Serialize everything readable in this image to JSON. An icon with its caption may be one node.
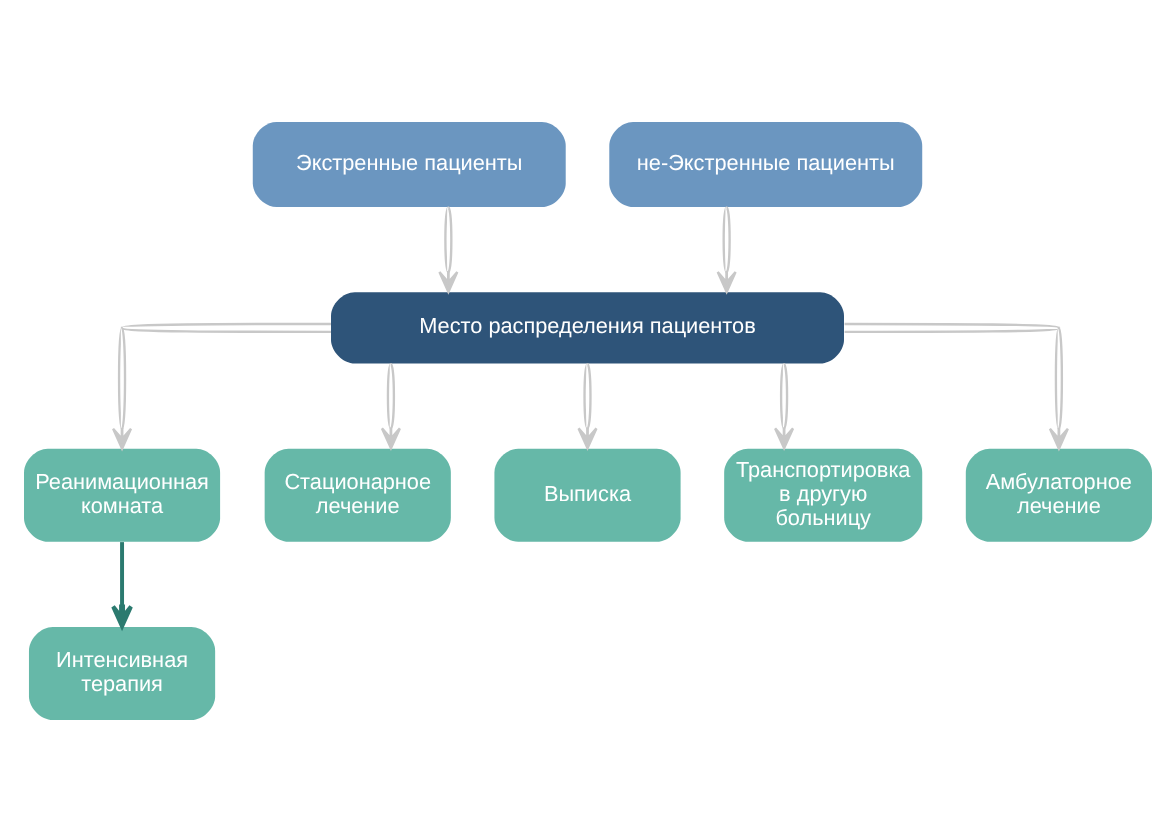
{
  "diagram": {
    "nodes": [
      {
        "text": [
          "Экстренные пациенты"
        ]
      },
      {
        "text": [
          "не-Экстренные пациенты"
        ]
      },
      {
        "text": [
          "Место распределения пациентов"
        ]
      },
      {
        "text": [
          "Реанимационная комната"
        ]
      },
      {
        "text": [
          "Стационарное лечение"
        ]
      },
      {
        "text": [
          "Выписка"
        ]
      },
      {
        "text": [
          "Транспортировка в другую больницу"
        ]
      },
      {
        "text": [
          "Амбулаторное лечение"
        ]
      },
      {
        "text": [
          "Интенсивная терапия"
        ]
      }
    ],
    "edges": [
      {
        "from": 0,
        "to": 2,
        "arrow": "to"
      },
      {
        "from": 1,
        "to": 2,
        "arrow": "to"
      },
      {
        "from": 2,
        "to": 3,
        "arrow": "to"
      },
      {
        "from": 2,
        "to": 4,
        "arrow": "to"
      },
      {
        "from": 2,
        "to": 5,
        "arrow": "to"
      },
      {
        "from": 2,
        "to": 6,
        "arrow": "to"
      },
      {
        "from": 2,
        "to": 7,
        "arrow": "to"
      },
      {
        "from": 3,
        "to": 8,
        "arrow": "to",
        "color": "#2b7a6f"
      }
    ]
  }
}
